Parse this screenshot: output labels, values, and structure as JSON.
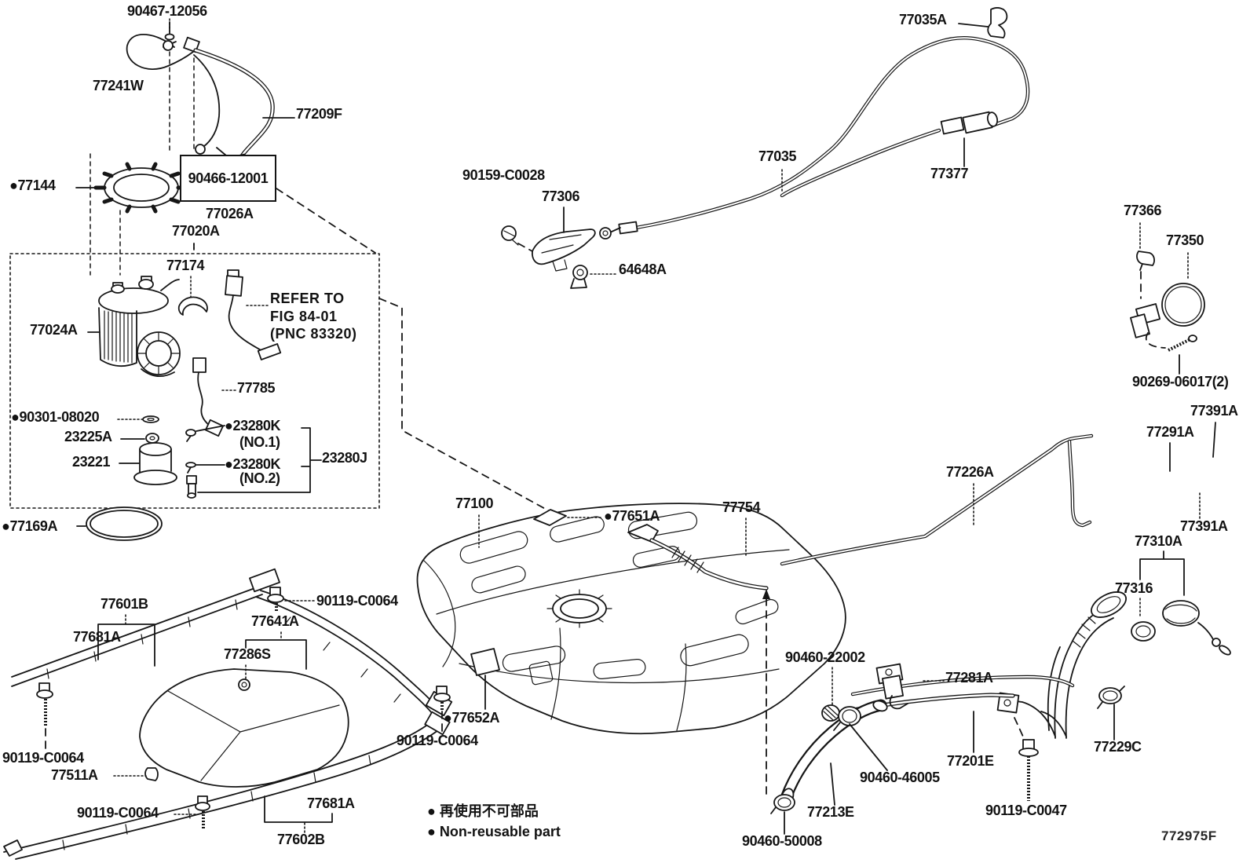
{
  "diagram": {
    "code": "772975F",
    "line_color": "#161616",
    "background": "#ffffff",
    "description_icons": {
      "non_reusable_bullet": "●"
    }
  },
  "note": {
    "lines": [
      "REFER TO",
      "FIG 84-01",
      "(PNC 83320)"
    ]
  },
  "legend": {
    "jp": "● 再使用不可部品",
    "en": "● Non-reusable part"
  },
  "labels": [
    {
      "text": "90467-12056"
    },
    {
      "text": "77241W"
    },
    {
      "text": "77209F"
    },
    {
      "text": "●77144",
      "non_reusable": true
    },
    {
      "text": "90466-12001",
      "boxed": true
    },
    {
      "text": "77026A"
    },
    {
      "text": "77020A"
    },
    {
      "text": "77174"
    },
    {
      "text": "77024A"
    },
    {
      "text": "77785"
    },
    {
      "text": "●90301-08020",
      "non_reusable": true
    },
    {
      "text": "23225A"
    },
    {
      "text": "23221"
    },
    {
      "text": "●23280K",
      "non_reusable": true
    },
    {
      "text": "(NO.1)"
    },
    {
      "text": "●23280K",
      "non_reusable": true
    },
    {
      "text": "(NO.2)"
    },
    {
      "text": "23280J"
    },
    {
      "text": "●77169A",
      "non_reusable": true
    },
    {
      "text": "90159-C0028"
    },
    {
      "text": "77306"
    },
    {
      "text": "64648A"
    },
    {
      "text": "77035"
    },
    {
      "text": "77035A"
    },
    {
      "text": "77377"
    },
    {
      "text": "77366"
    },
    {
      "text": "77350"
    },
    {
      "text": "90269-06017(2)"
    },
    {
      "text": "77391A"
    },
    {
      "text": "77291A"
    },
    {
      "text": "77226A"
    },
    {
      "text": "77391A"
    },
    {
      "text": "77310A"
    },
    {
      "text": "77316"
    },
    {
      "text": "77100"
    },
    {
      "text": "●77651A",
      "non_reusable": true
    },
    {
      "text": "77754"
    },
    {
      "text": "77601B"
    },
    {
      "text": "77681A"
    },
    {
      "text": "77641A"
    },
    {
      "text": "77286S"
    },
    {
      "text": "90119-C0064"
    },
    {
      "text": "90119-C0064"
    },
    {
      "text": "77511A"
    },
    {
      "text": "90119-C0064"
    },
    {
      "text": "77681A"
    },
    {
      "text": "77602B"
    },
    {
      "text": "●77652A",
      "non_reusable": true
    },
    {
      "text": "90119-C0064"
    },
    {
      "text": "90460-22002"
    },
    {
      "text": "77281A"
    },
    {
      "text": "77201E"
    },
    {
      "text": "90460-46005"
    },
    {
      "text": "77213E"
    },
    {
      "text": "90460-50008"
    },
    {
      "text": "90119-C0047"
    },
    {
      "text": "77229C"
    }
  ]
}
